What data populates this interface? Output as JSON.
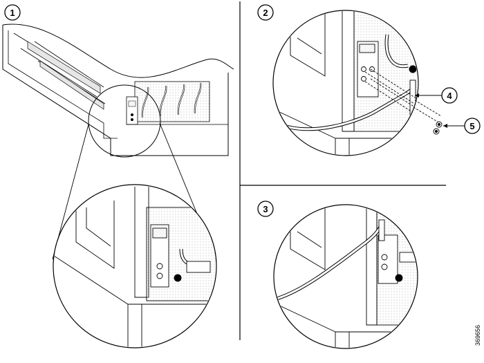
{
  "figure": {
    "steps": [
      "1",
      "2",
      "3"
    ],
    "callouts": [
      "4",
      "5"
    ],
    "figure_id": "369656"
  }
}
